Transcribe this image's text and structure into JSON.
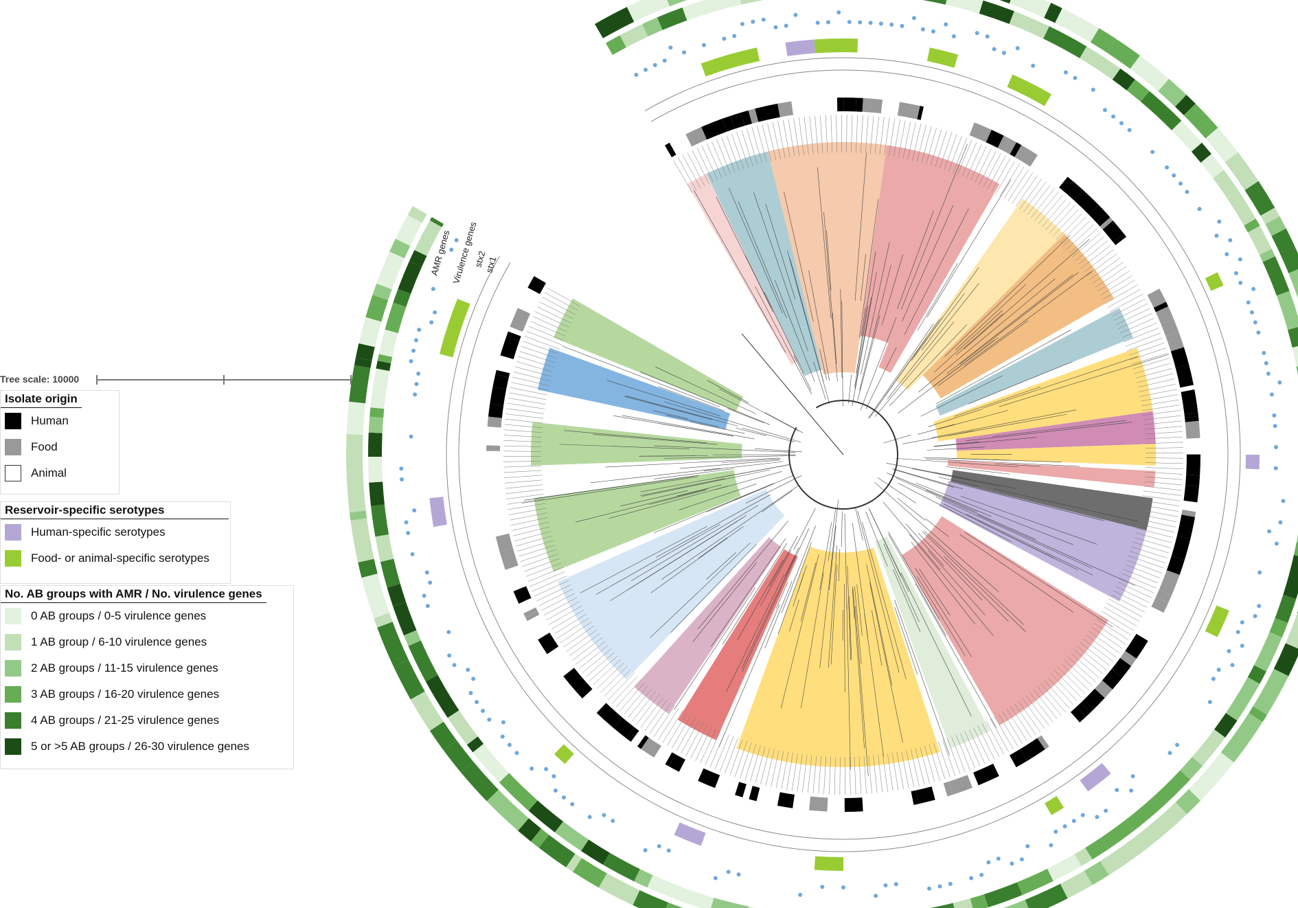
{
  "tree_scale": {
    "label": "Tree scale: 10000"
  },
  "ring_labels": {
    "amr": "AMR genes",
    "virulence": "Virulence genes",
    "stx2": "stx2",
    "stx1": "stx1"
  },
  "legend": {
    "origin": {
      "title": "Isolate origin",
      "items": [
        {
          "label": "Human",
          "color": "#000000"
        },
        {
          "label": "Food",
          "color": "#999999"
        },
        {
          "label": "Animal",
          "color": "#ffffff"
        }
      ]
    },
    "serotypes": {
      "title": "Reservoir-specific serotypes",
      "items": [
        {
          "label": "Human-specific serotypes",
          "color": "#b4a7d6"
        },
        {
          "label": "Food- or animal-specific serotypes",
          "color": "#99cc33"
        }
      ]
    },
    "amr_groups": {
      "title": "No. AB groups with AMR / No. virulence genes",
      "items": [
        {
          "label": "0 AB groups / 0-5 virulence genes",
          "color": "#e3f1df"
        },
        {
          "label": "1 AB group / 6-10 virulence genes",
          "color": "#c2dfb8"
        },
        {
          "label": "2 AB groups / 11-15 virulence genes",
          "color": "#93c987"
        },
        {
          "label": "3 AB groups / 16-20 virulence genes",
          "color": "#67ad55"
        },
        {
          "label": "4 AB groups / 21-25 virulence genes",
          "color": "#3a7f2e"
        },
        {
          "label": "5 or >5 AB groups / 26-30 virulence genes",
          "color": "#1d4d16"
        }
      ]
    }
  },
  "clade_colors": [
    "#e89a9a",
    "#f5c19e",
    "#9fc4cc",
    "#f0b36d",
    "#fde3a0",
    "#c878a8",
    "#ffd966",
    "#555555",
    "#b4a7d6",
    "#a9d18e",
    "#6fa8dc",
    "#c9daf8",
    "#d5a6bd",
    "#e06666",
    "#f4cccc",
    "#cfe2f3",
    "#e0d8ee",
    "#d9ead3"
  ]
}
